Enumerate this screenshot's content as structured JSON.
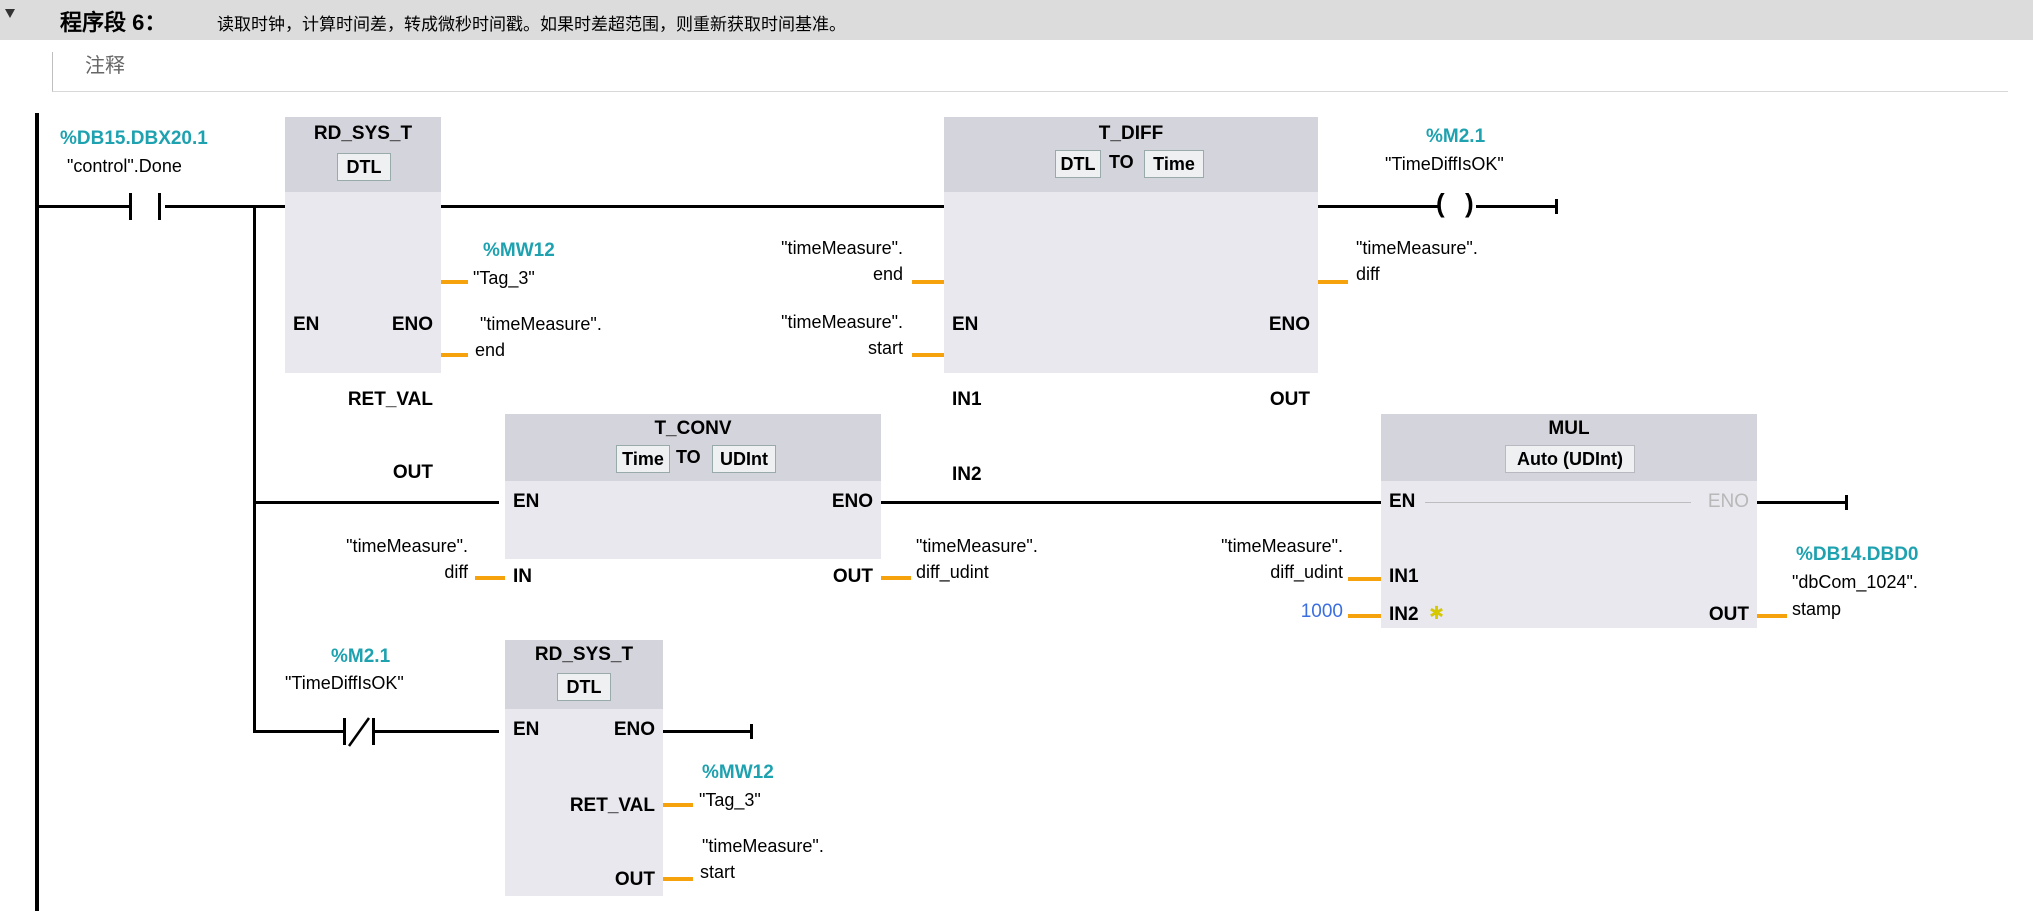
{
  "network": {
    "title": "程序段 6：",
    "description": "读取时钟，计算时间差，转成微秒时间戳。如果时差超范围，则重新获取时间基准。",
    "comment": "注释"
  },
  "contact1": {
    "address": "%DB15.DBX20.1",
    "tag": "\"control\".Done"
  },
  "rd1": {
    "name": "RD_SYS_T",
    "type": "DTL",
    "pins": {
      "en": "EN",
      "eno": "ENO",
      "ret_val": "RET_VAL",
      "out": "OUT"
    },
    "ret_addr": "%MW12",
    "ret_tag": "\"Tag_3\"",
    "out_tag1": "\"timeMeasure\".",
    "out_tag2": "end"
  },
  "tdiff": {
    "name": "T_DIFF",
    "type_from": "DTL",
    "type_to_word": "TO",
    "type_to": "Time",
    "pins": {
      "en": "EN",
      "eno": "ENO",
      "in1": "IN1",
      "in2": "IN2",
      "out": "OUT"
    },
    "in1_tag1": "\"timeMeasure\".",
    "in1_tag2": "end",
    "in2_tag1": "\"timeMeasure\".",
    "in2_tag2": "start",
    "out_tag1": "\"timeMeasure\".",
    "out_tag2": "diff"
  },
  "coil1": {
    "address": "%M2.1",
    "tag": "\"TimeDiffIsOK\""
  },
  "tconv": {
    "name": "T_CONV",
    "type_from": "Time",
    "type_to_word": "TO",
    "type_to": "UDInt",
    "pins": {
      "en": "EN",
      "eno": "ENO",
      "in": "IN",
      "out": "OUT"
    },
    "in_tag1": "\"timeMeasure\".",
    "in_tag2": "diff",
    "out_tag1": "\"timeMeasure\".",
    "out_tag2": "diff_udint"
  },
  "mul": {
    "name": "MUL",
    "type": "Auto (UDInt)",
    "pins": {
      "en": "EN",
      "eno": "ENO",
      "in1": "IN1",
      "in2": "IN2",
      "out": "OUT"
    },
    "in1_tag1": "\"timeMeasure\".",
    "in1_tag2": "diff_udint",
    "in2_const": "1000",
    "out_addr": "%DB14.DBD0",
    "out_tag1": "\"dbCom_1024\".",
    "out_tag2": "stamp"
  },
  "contact2": {
    "address": "%M2.1",
    "tag": "\"TimeDiffIsOK\""
  },
  "rd2": {
    "name": "RD_SYS_T",
    "type": "DTL",
    "pins": {
      "en": "EN",
      "eno": "ENO",
      "ret_val": "RET_VAL",
      "out": "OUT"
    },
    "ret_addr": "%MW12",
    "ret_tag": "\"Tag_3\"",
    "out_tag1": "\"timeMeasure\".",
    "out_tag2": "start"
  },
  "colors": {
    "address": "#1fa2b0",
    "wire_pin": "#f5a20c",
    "constant": "#3b6fe0",
    "block": "#e8e8ee"
  }
}
